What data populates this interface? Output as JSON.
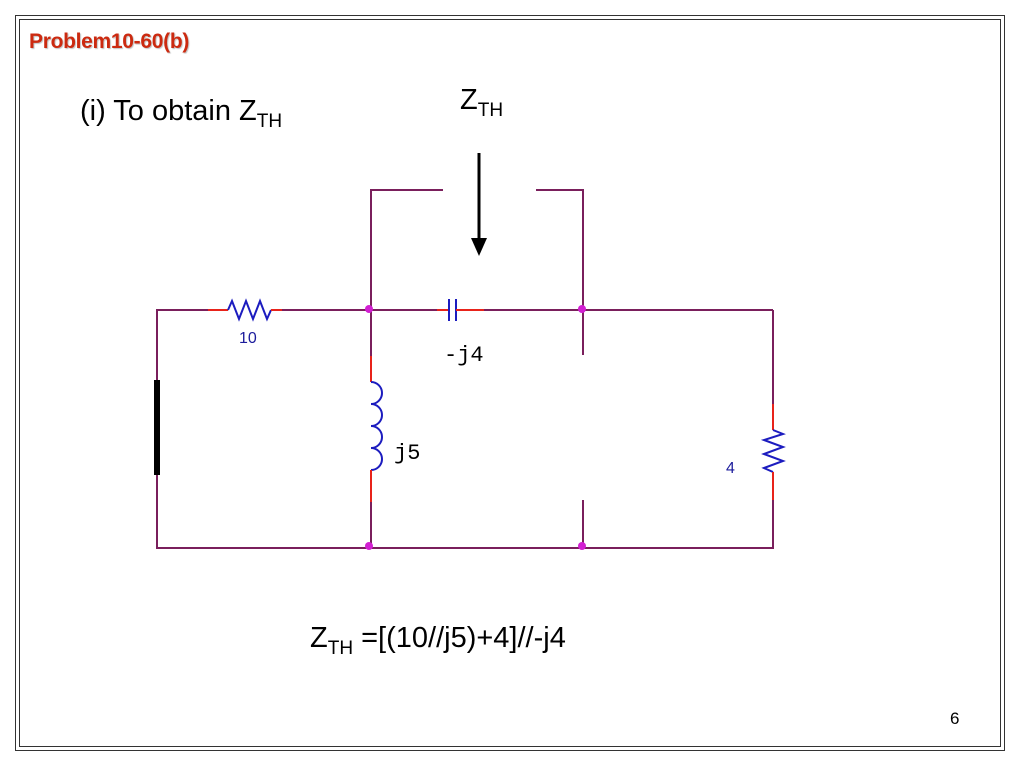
{
  "slide": {
    "title": "Problem10-60(b)",
    "page_number": "6"
  },
  "heading": {
    "prefix": "(i) To obtain Z",
    "subscript": "TH"
  },
  "arrow_label": {
    "text": "Z",
    "subscript": "TH"
  },
  "formula": {
    "z": "Z",
    "subscript": "TH",
    "expression": " =[(10//j5)+4]//-j4"
  },
  "circuit": {
    "components": {
      "resistor_left_label": "10",
      "capacitor_label": "-j4",
      "inductor_label": "j5",
      "resistor_right_label": "4"
    }
  },
  "colors": {
    "title": "#cc2a10",
    "wire": "#7a1f5c",
    "component": "#1c1cbf",
    "lead": "#e8231a",
    "node": "#d21fd2",
    "frame": "#333333"
  }
}
